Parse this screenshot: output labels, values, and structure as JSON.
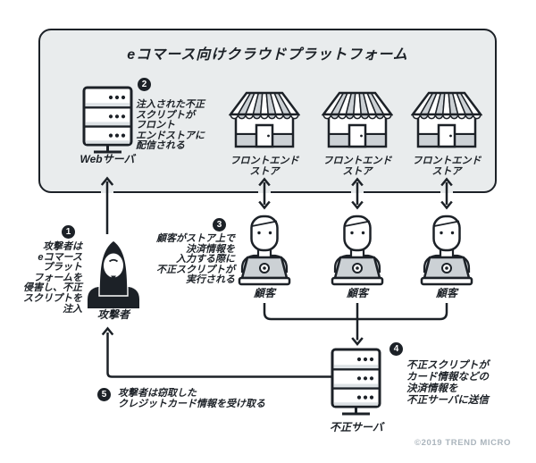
{
  "title": "eコマース向けクラウドプラットフォーム",
  "nodes": {
    "web_server": {
      "label": "Webサーバ",
      "icon": "server-icon"
    },
    "storefronts": [
      {
        "label": [
          "フロントエンド",
          "ストア"
        ],
        "icon": "storefront-icon"
      },
      {
        "label": [
          "フロントエンド",
          "ストア"
        ],
        "icon": "storefront-icon"
      },
      {
        "label": [
          "フロントエンド",
          "ストア"
        ],
        "icon": "storefront-icon"
      }
    ],
    "attacker": {
      "label": "攻撃者",
      "icon": "hooded-attacker-icon"
    },
    "customers": [
      {
        "label": "顧客",
        "icon": "person-at-laptop-icon"
      },
      {
        "label": "顧客",
        "icon": "person-at-laptop-icon"
      },
      {
        "label": "顧客",
        "icon": "person-at-laptop-icon"
      }
    ],
    "malicious_server": {
      "label": "不正サーバ",
      "icon": "server-icon"
    }
  },
  "steps": [
    {
      "number": "1",
      "lines": [
        "攻撃者は",
        "eコマース",
        "プラット",
        "フォームを",
        "侵害し、不正",
        "スクリプトを",
        "注入"
      ]
    },
    {
      "number": "2",
      "lines": [
        "注入された不正",
        "スクリプトが",
        "フロント",
        "エンドストアに",
        "配信される"
      ]
    },
    {
      "number": "3",
      "lines": [
        "顧客がストア上で",
        "決済情報を",
        "入力する際に",
        "不正スクリプトが",
        "実行される"
      ]
    },
    {
      "number": "4",
      "lines": [
        "不正スクリプトが",
        "カード情報などの",
        "決済情報を",
        "不正サーバに送信"
      ]
    },
    {
      "number": "5",
      "lines": [
        "攻撃者は窃取した",
        "クレジットカード情報を受け取る"
      ]
    }
  ],
  "copyright": "©2019 TREND MICRO",
  "colors": {
    "ink": "#1c2127",
    "panel_fill": "#e9eced",
    "light_gray": "#ccd1d5",
    "server_stripe": "#dde2e5",
    "copyright_gray": "#aab4bc"
  }
}
